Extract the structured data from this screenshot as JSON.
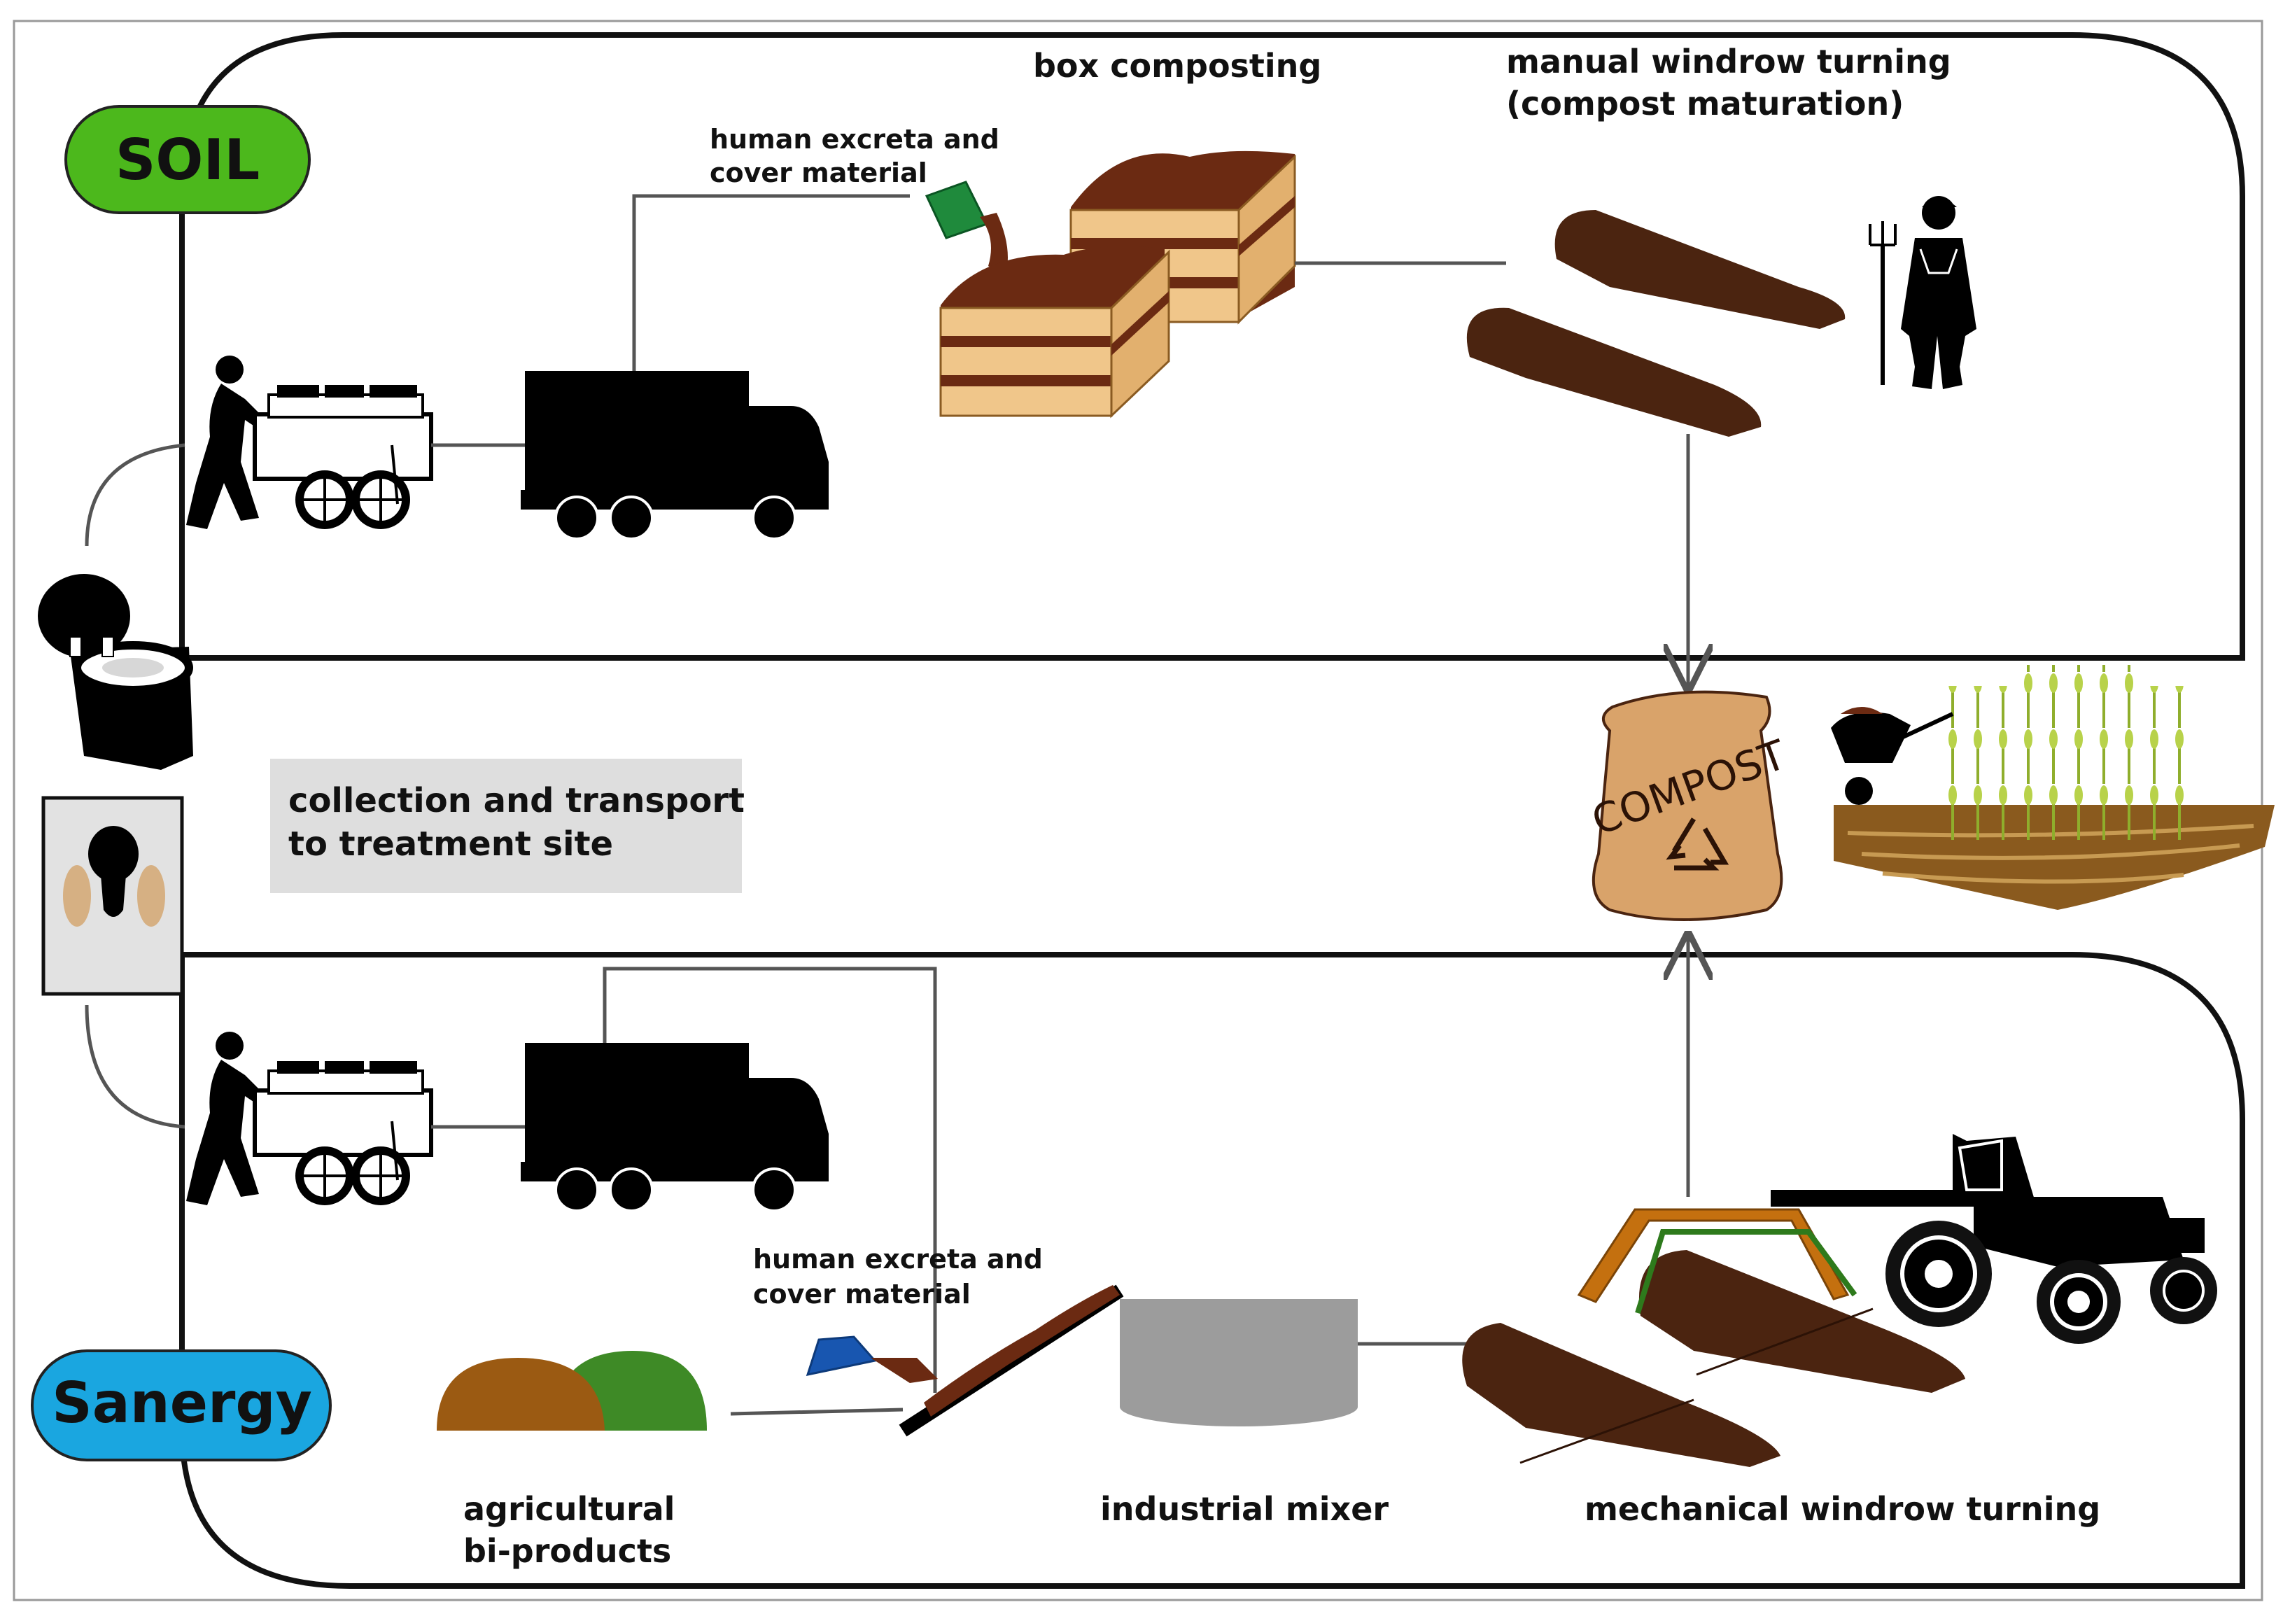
{
  "labels": {
    "soil": "SOIL",
    "sanergy": "Sanergy",
    "box_composting": "box composting",
    "manual_windrow_1": "manual windrow turning",
    "manual_windrow_2": "(compost maturation)",
    "excreta_top_1": "human excreta and",
    "excreta_top_2": "cover material",
    "collection_1": "collection and transport",
    "collection_2": "to treatment site",
    "compost": "COMPOST",
    "excreta_bottom_1": "human excreta and",
    "excreta_bottom_2": "cover material",
    "agri_1": "agricultural",
    "agri_2": "bi-products",
    "industrial_mixer": "industrial mixer",
    "mechanical_windrow": "mechanical windrow turning"
  },
  "colors": {
    "soil_pill": "#4cb81c",
    "sanergy_pill": "#1aa6e0",
    "compost_bag": "#d9a36a",
    "compost_dark": "#4a2410",
    "crate_wood": "#f0c68a",
    "crate_fill": "#6b2a12",
    "windrow": "#4b2410",
    "bucket_green": "#1f8a3c",
    "bucket_blue": "#1856b0",
    "mixer_grey": "#9c9c9c",
    "callout_bg": "#dedede",
    "crop_green": "#a7c23b",
    "agri_brown": "#9b5a12",
    "agri_green": "#3e8a26",
    "turner_orange": "#c4700f"
  }
}
